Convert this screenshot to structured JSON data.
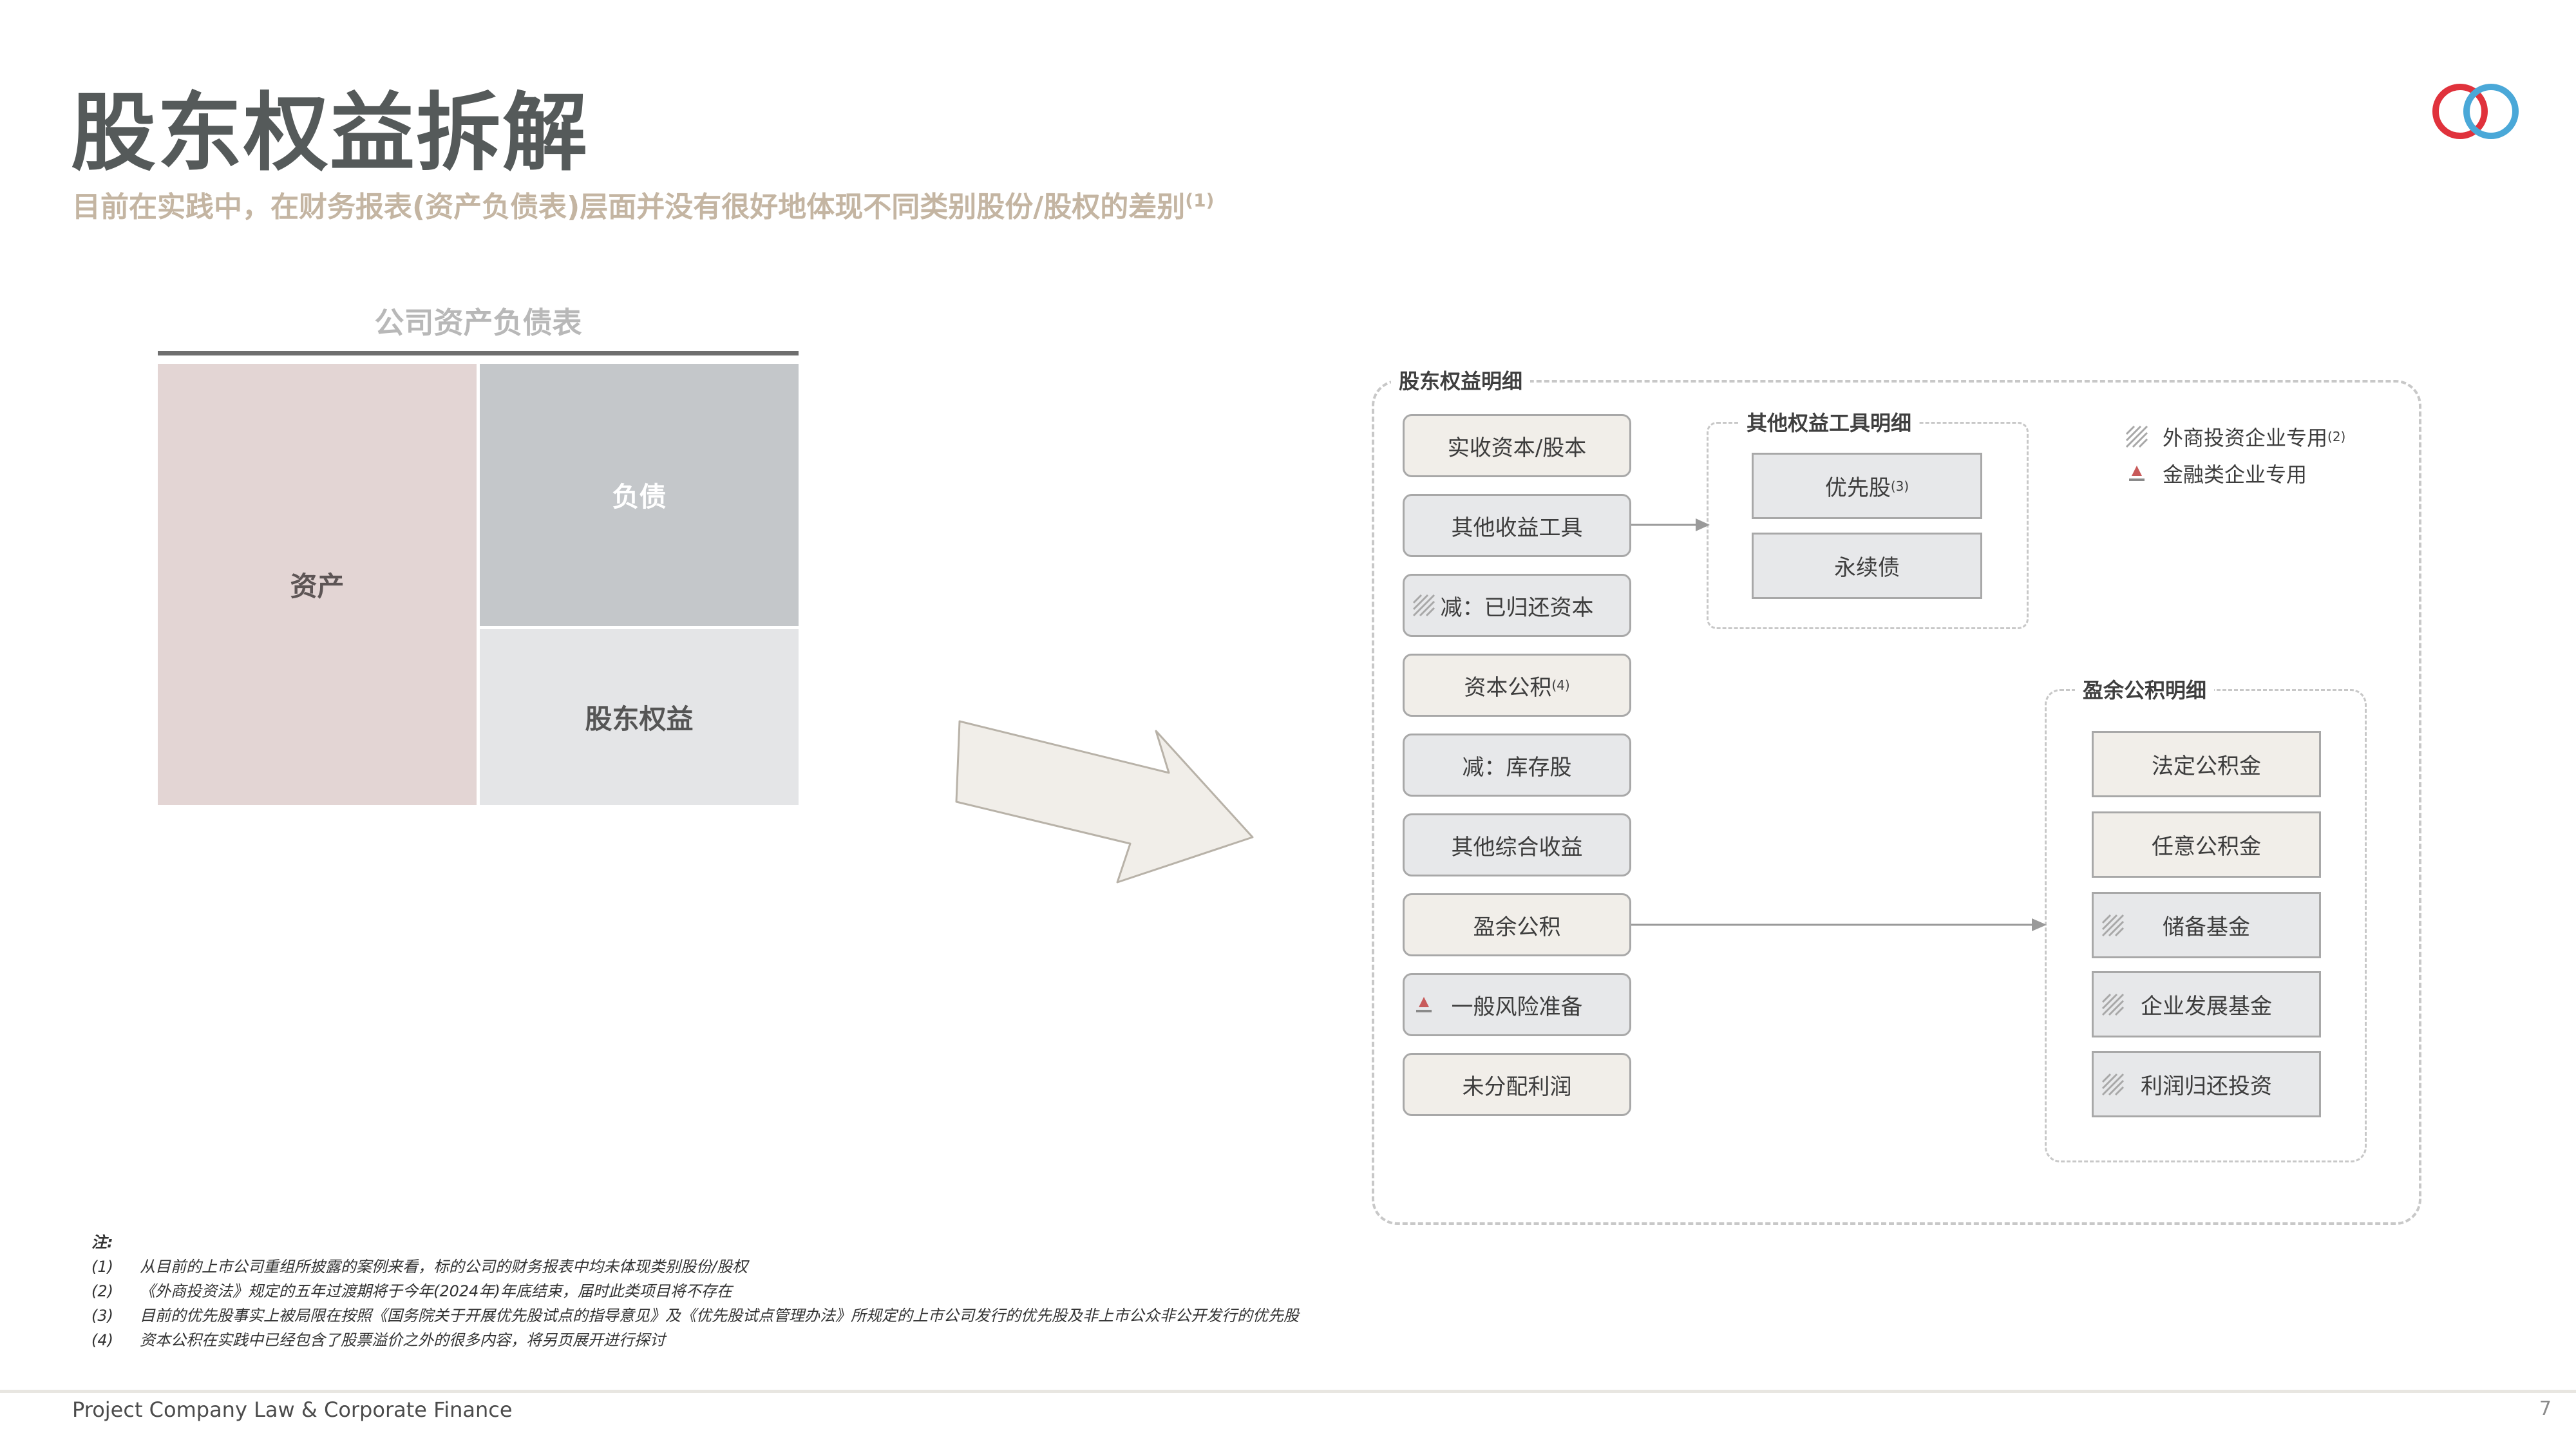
{
  "header": {
    "title": "股东权益拆解",
    "subtitle": "目前在实践中，在财务报表(资产负债表)层面并没有很好地体现不同类别股份/股权的差别",
    "subtitle_note": "(1)"
  },
  "balance_sheet": {
    "title": "公司资产负债表",
    "assets": "资产",
    "liabilities": "负债",
    "equity": "股东权益"
  },
  "equity_detail": {
    "label": "股东权益明细",
    "items": [
      {
        "label": "实收资本/股本",
        "note": ""
      },
      {
        "label": "其他收益工具",
        "note": ""
      },
      {
        "label": "减：已归还资本",
        "note": ""
      },
      {
        "label": "资本公积",
        "note": "(4)"
      },
      {
        "label": "减：库存股",
        "note": ""
      },
      {
        "label": "其他综合收益",
        "note": ""
      },
      {
        "label": "盈余公积",
        "note": ""
      },
      {
        "label": "一般风险准备",
        "note": ""
      },
      {
        "label": "未分配利润",
        "note": ""
      }
    ]
  },
  "other_equity_tools": {
    "label": "其他权益工具明细",
    "items": [
      {
        "label": "优先股",
        "note": "(3)"
      },
      {
        "label": "永续债",
        "note": ""
      }
    ]
  },
  "surplus_reserve": {
    "label": "盈余公积明细",
    "items": [
      {
        "label": "法定公积金"
      },
      {
        "label": "任意公积金"
      },
      {
        "label": "储备基金"
      },
      {
        "label": "企业发展基金"
      },
      {
        "label": "利润归还投资"
      }
    ]
  },
  "legend": {
    "foreign": "外商投资企业专用",
    "foreign_note": "(2)",
    "financial": "金融类企业专用"
  },
  "notes": {
    "heading": "注:",
    "items": [
      {
        "num": "(1)",
        "text": "从目前的上市公司重组所披露的案例来看，标的公司的财务报表中均未体现类别股份/股权"
      },
      {
        "num": "(2)",
        "text": "《外商投资法》规定的五年过渡期将于今年(2024年)年底结束，届时此类项目将不存在"
      },
      {
        "num": "(3)",
        "text": "目前的优先股事实上被局限在按照《国务院关于开展优先股试点的指导意见》及《优先股试点管理办法》所规定的上市公司发行的优先股及非上市公众非公开发行的优先股"
      },
      {
        "num": "(4)",
        "text": "资本公积在实践中已经包含了股票溢价之外的很多内容，将另页展开进行探讨"
      }
    ]
  },
  "footer": {
    "text": "Project Company Law & Corporate Finance",
    "page": "7"
  },
  "colors": {
    "logo_red": "#e0323c",
    "logo_blue": "#4aa8d8",
    "beige": "#f1eee9",
    "grey": "#e7e8ea"
  }
}
